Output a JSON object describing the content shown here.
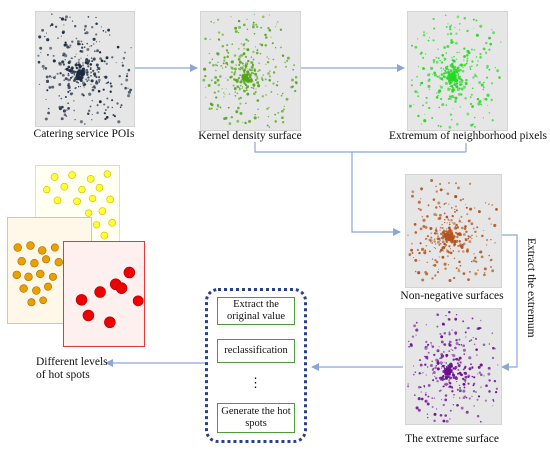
{
  "labels": {
    "catering": "Catering service POIs",
    "kernel": "Kernel density surface",
    "extremum": "Extremum of neighborhood pixels",
    "nonneg": "Non-negative surfaces",
    "extreme": "The extreme surface",
    "levels_line1": "Different levels",
    "levels_line2": "of hot spots",
    "extract_extremum": "Extract the extremum"
  },
  "process": {
    "step1": "Extract the original value",
    "step2": "reclassification",
    "ellipsis": "⋮",
    "step3": "Generate the hot spots"
  },
  "colors": {
    "map_bg": "#e6e6e6",
    "arrow": "#8aa7d6",
    "catering_dots": "#1c2a3f",
    "kernel_dots": "#55a51b",
    "extremum_dots": "#24d924",
    "nonneg_dots": "#b3541e",
    "extreme_dots": "#6a1191",
    "yellow": "#ffff33",
    "orange": "#e9a000",
    "red": "#f00000",
    "panel_border": "#2b3f8c",
    "box_border": "#4f9a3c"
  }
}
